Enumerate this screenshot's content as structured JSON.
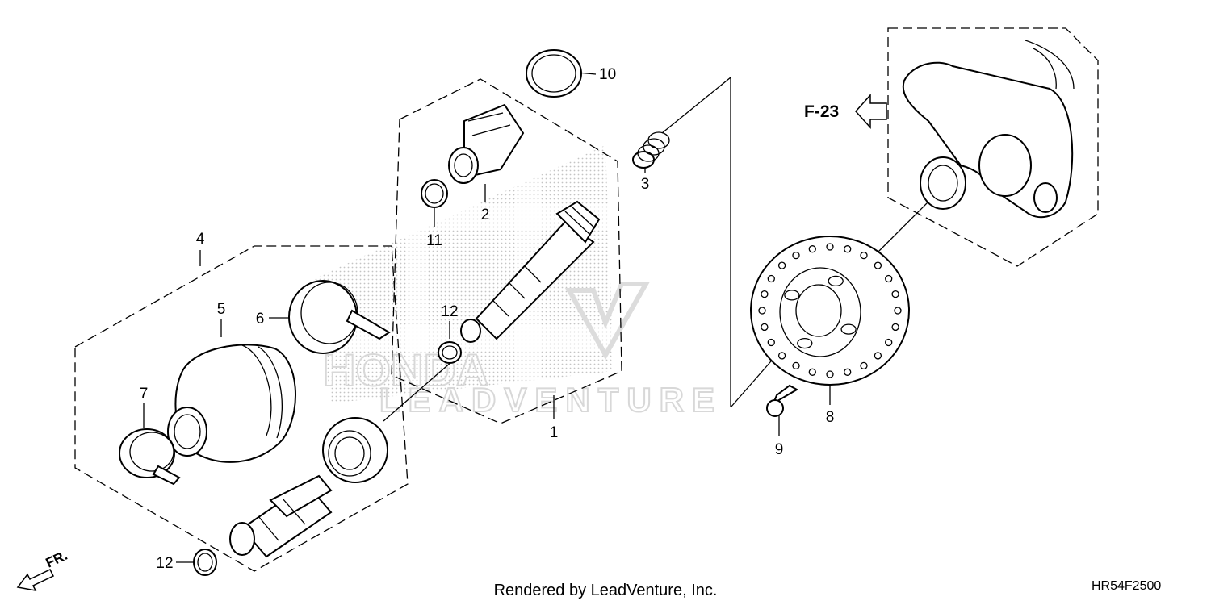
{
  "diagram": {
    "callouts": {
      "c1": "1",
      "c2": "2",
      "c3": "3",
      "c4": "4",
      "c5": "5",
      "c6": "6",
      "c7": "7",
      "c8": "8",
      "c9": "9",
      "c10": "10",
      "c11": "11",
      "c12a": "12",
      "c12b": "12"
    },
    "ref_label": "F-23",
    "front_label": "FR.",
    "watermark": {
      "brand": "HONDA",
      "company": "LEADVENTURE"
    },
    "footer_text": "Rendered by LeadVenture, Inc.",
    "diagram_code": "HR54F2500"
  }
}
